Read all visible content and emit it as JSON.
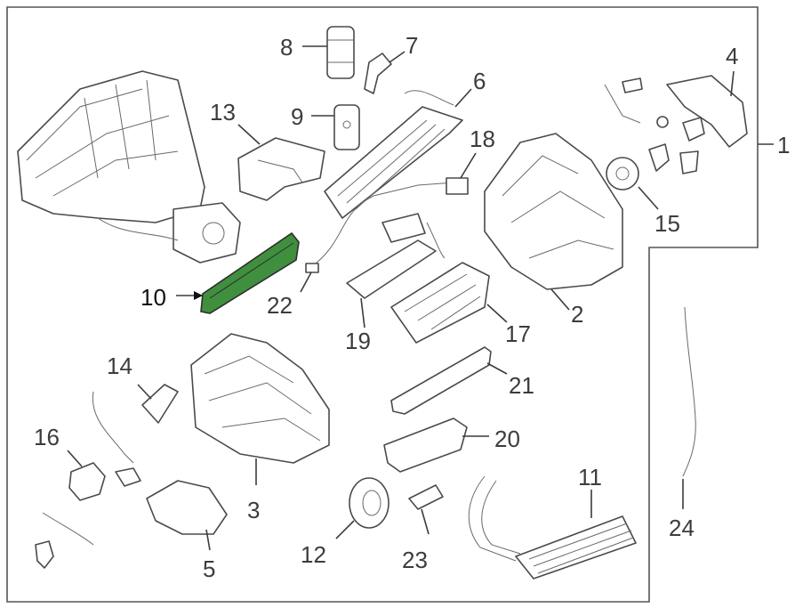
{
  "diagram": {
    "highlight_color": "#3f8f3f",
    "line_color": "#4a4a4a",
    "callouts": [
      {
        "key": "c1",
        "label": "1"
      },
      {
        "key": "c2",
        "label": "2"
      },
      {
        "key": "c3",
        "label": "3"
      },
      {
        "key": "c4",
        "label": "4"
      },
      {
        "key": "c5",
        "label": "5"
      },
      {
        "key": "c6",
        "label": "6"
      },
      {
        "key": "c7",
        "label": "7"
      },
      {
        "key": "c8",
        "label": "8"
      },
      {
        "key": "c9",
        "label": "9"
      },
      {
        "key": "c10",
        "label": "10"
      },
      {
        "key": "c11",
        "label": "11"
      },
      {
        "key": "c12",
        "label": "12"
      },
      {
        "key": "c13",
        "label": "13"
      },
      {
        "key": "c14",
        "label": "14"
      },
      {
        "key": "c15",
        "label": "15"
      },
      {
        "key": "c16",
        "label": "16"
      },
      {
        "key": "c17",
        "label": "17"
      },
      {
        "key": "c18",
        "label": "18"
      },
      {
        "key": "c19",
        "label": "19"
      },
      {
        "key": "c20",
        "label": "20"
      },
      {
        "key": "c21",
        "label": "21"
      },
      {
        "key": "c22",
        "label": "22"
      },
      {
        "key": "c23",
        "label": "23"
      },
      {
        "key": "c24",
        "label": "24"
      }
    ],
    "highlighted_part": "10"
  }
}
